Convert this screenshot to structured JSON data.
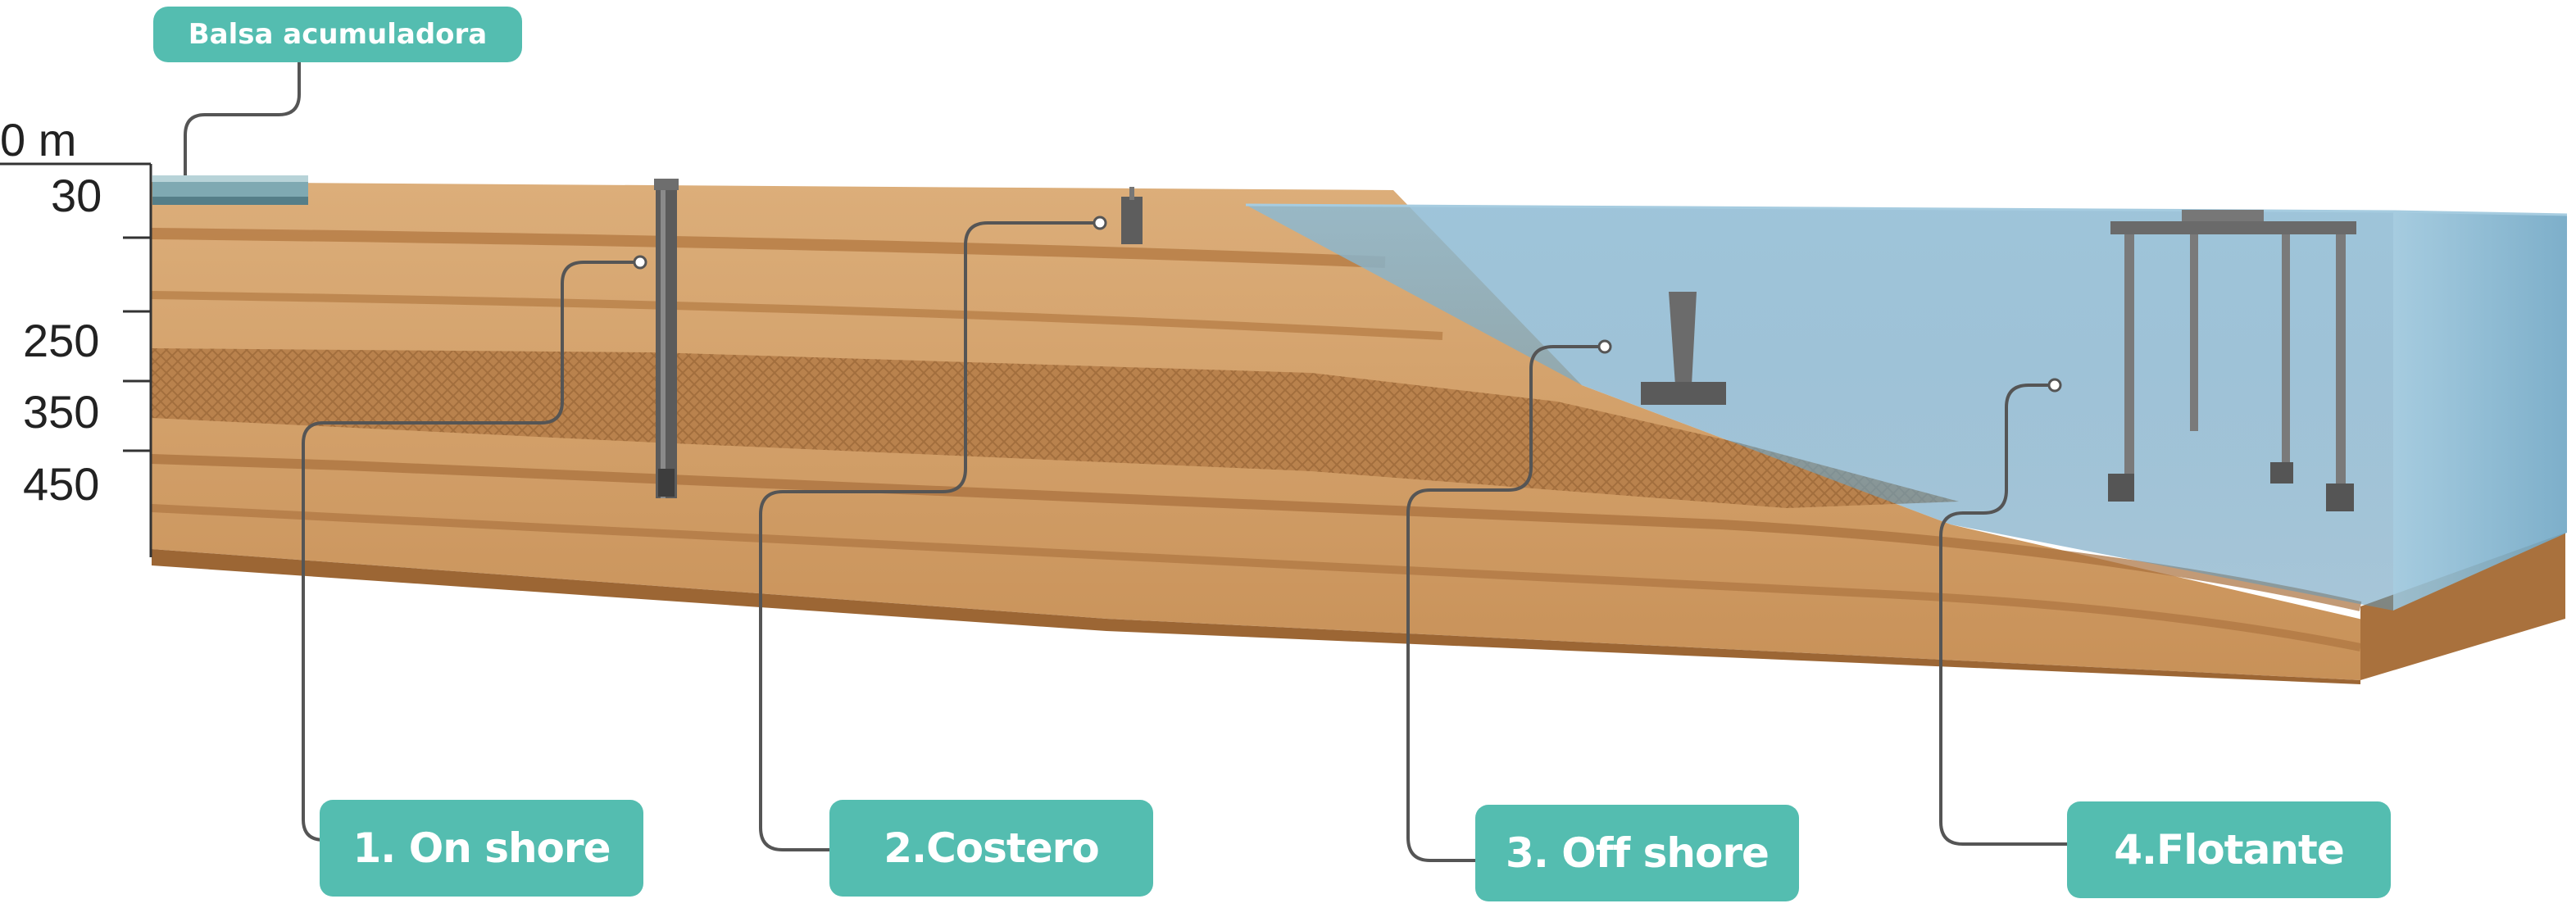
{
  "reservoir_label": "Balsa acumuladora",
  "depth_scale": {
    "unit_label": "0 m",
    "ticks": [
      "30",
      "250",
      "350",
      "450"
    ]
  },
  "categories": [
    {
      "label": "1. On shore"
    },
    {
      "label": "2.Costero"
    },
    {
      "label": "3. Off shore"
    },
    {
      "label": "4.Flotante"
    }
  ],
  "colors": {
    "label_bg": "#54bdb0",
    "label_text": "#ffffff",
    "soil_light": "#d9a873",
    "soil_mid": "#c58e58",
    "soil_dark": "#a86f3c",
    "water": "#7fb0cc",
    "leader_line": "#555555"
  }
}
